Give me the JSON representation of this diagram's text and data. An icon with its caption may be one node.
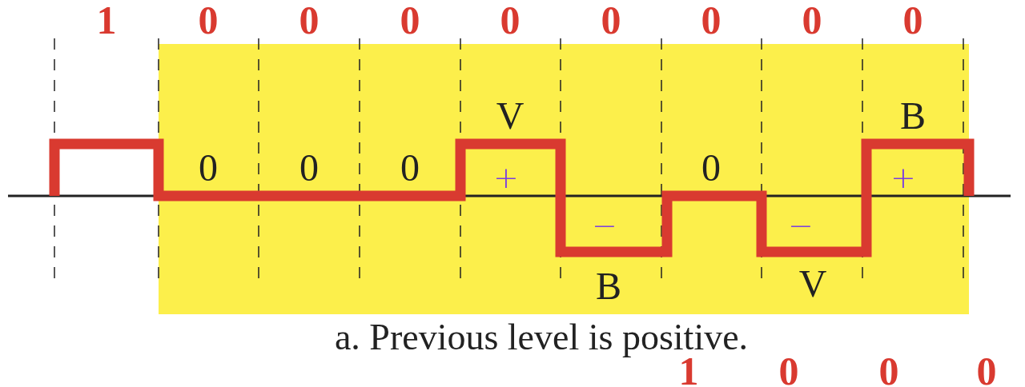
{
  "diagram": {
    "caption": "a. Previous level is positive.",
    "labels": [
      "1",
      "0",
      "0",
      "0",
      "0",
      "0",
      "0",
      "0",
      "0",
      "V",
      "B",
      "0",
      "0",
      "0",
      "+",
      "0",
      "+",
      "−",
      "−",
      "B",
      "V",
      "1",
      "0",
      "0",
      "0"
    ]
  }
}
